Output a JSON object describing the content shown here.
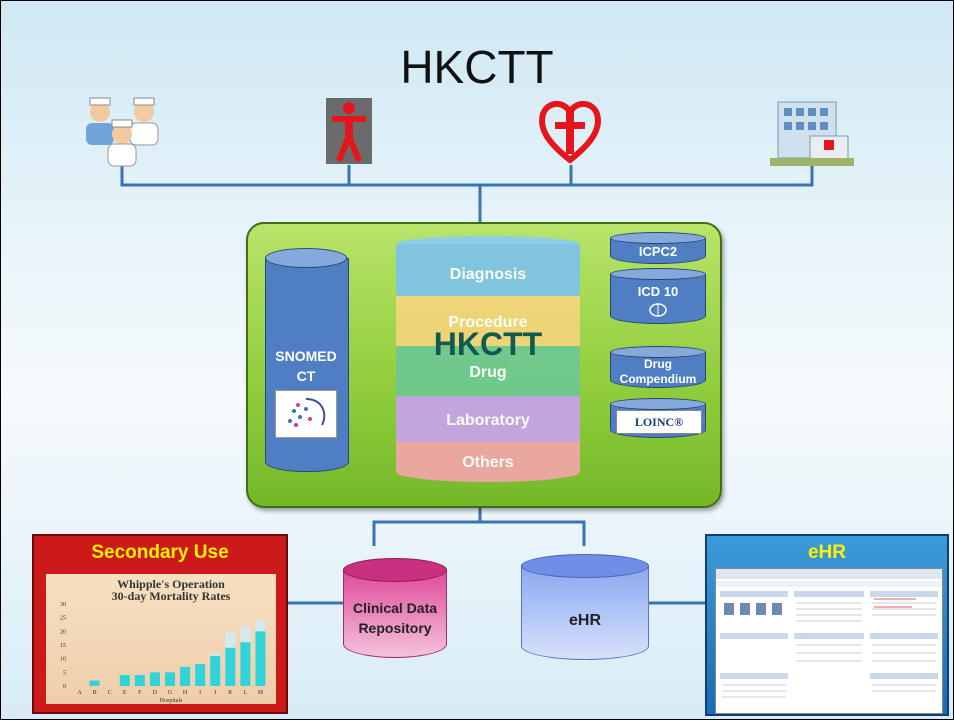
{
  "slide": {
    "title": "HKCTT",
    "icons": [
      "doctors-nurses-icon",
      "red-figure-icon",
      "red-heart-logo-icon",
      "hospital-building-icon"
    ]
  },
  "hub": {
    "center_title": "HKCTT",
    "layers": [
      "Diagnosis",
      "Procedure",
      "Drug",
      "Laboratory",
      "Others"
    ],
    "left_store": {
      "label_line1": "SNOMED",
      "label_line2": "CT"
    },
    "right_stores": [
      "ICPC2",
      "ICD 10",
      "Drug Compendium"
    ],
    "loinc_label": "LOINC®"
  },
  "bottom": {
    "secondary_use": {
      "header": "Secondary Use",
      "chart_title_line1": "Whipple's Operation",
      "chart_title_line2": "30-day Mortality Rates",
      "xlabel": "Hospitals"
    },
    "repository": {
      "line1": "Clinical Data",
      "line2": "Repository"
    },
    "ehr_store": "eHR",
    "ehr_box": {
      "header": "eHR"
    }
  },
  "chart_data": {
    "type": "bar",
    "title": "Whipple's Operation 30-day Mortality Rates",
    "xlabel": "Hospitals",
    "ylabel": "",
    "categories": [
      "A",
      "B",
      "C",
      "E",
      "F",
      "D",
      "G",
      "H",
      "I",
      "J",
      "K",
      "L",
      "M"
    ],
    "values": [
      0,
      2,
      0,
      4,
      4,
      5,
      5,
      7,
      8,
      11,
      14,
      16,
      20
    ],
    "upper": [
      0,
      2,
      0,
      4,
      4,
      5,
      5,
      6,
      8,
      12,
      20,
      22,
      24
    ],
    "ylim": [
      0,
      30
    ],
    "yticks": [
      0,
      5,
      10,
      15,
      20,
      25,
      30
    ],
    "colors": {
      "bar": "#2fd3d8",
      "upper": "#d6e7ee"
    }
  }
}
